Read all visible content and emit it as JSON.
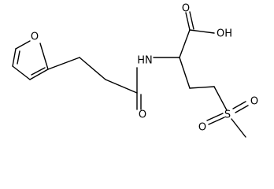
{
  "structure": {
    "labels": {
      "ring_oxygen": "O",
      "amide_nitrogen": "HN",
      "amide_oxygen": "O",
      "acid_oxygen": "O",
      "hydroxyl": "OH",
      "sulfur": "S",
      "sulfonyl_oxygen_left": "O",
      "sulfonyl_oxygen_right": "O"
    }
  }
}
